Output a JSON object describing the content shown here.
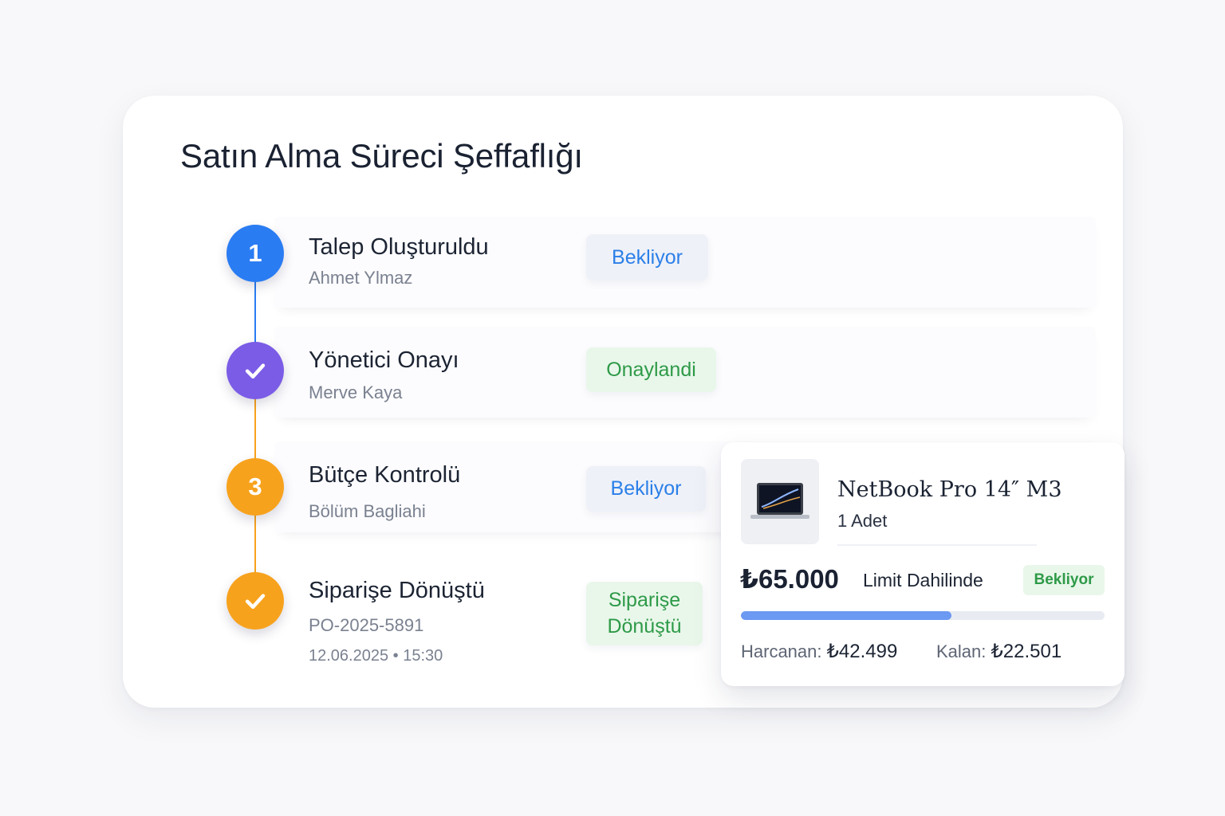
{
  "title": "Satın Alma Süreci Şeffaflığı",
  "steps": [
    {
      "marker": "1",
      "title": "Talep Oluşturuldu",
      "subtitle": "Ahmet Ylmaz",
      "badge": "Bekliyor",
      "color": "#2a7cf2"
    },
    {
      "marker": "check",
      "title": "Yönetici Onayı",
      "subtitle": "Merve Kaya",
      "badge": "Onaylandi",
      "color": "#7b5ce6"
    },
    {
      "marker": "3",
      "title": "Bütçe Kontrolü",
      "subtitle": "Bölüm Bagliahi",
      "badge": "Bekliyor",
      "color": "#f7a21d"
    },
    {
      "marker": "check",
      "title": "Siparişe Dönüştü",
      "subtitle": "PO-2025-5891",
      "timestamp": "12.06.2025 • 15:30",
      "badge_line1": "Siparişe",
      "badge_line2": "Dönüştü",
      "color": "#f7a21d"
    }
  ],
  "product": {
    "name": "NetBook Pro 14″ M3",
    "quantity": "1 Adet",
    "price": "₺65.000",
    "limit_text": "Limit Dahilinde",
    "badge": "Bekliyor",
    "budget_used_fraction": 0.58,
    "spent_label": "Harcanan:",
    "spent_value": "₺42.499",
    "remaining_label": "Kalan:",
    "remaining_value": "₺22.501",
    "image_icon": "laptop-icon"
  },
  "colors": {
    "accent_blue": "#2a7cf2",
    "accent_purple": "#7b5ce6",
    "accent_orange": "#f7a21d",
    "success_green": "#2e9a48",
    "progress_blue": "#6c99f2"
  }
}
